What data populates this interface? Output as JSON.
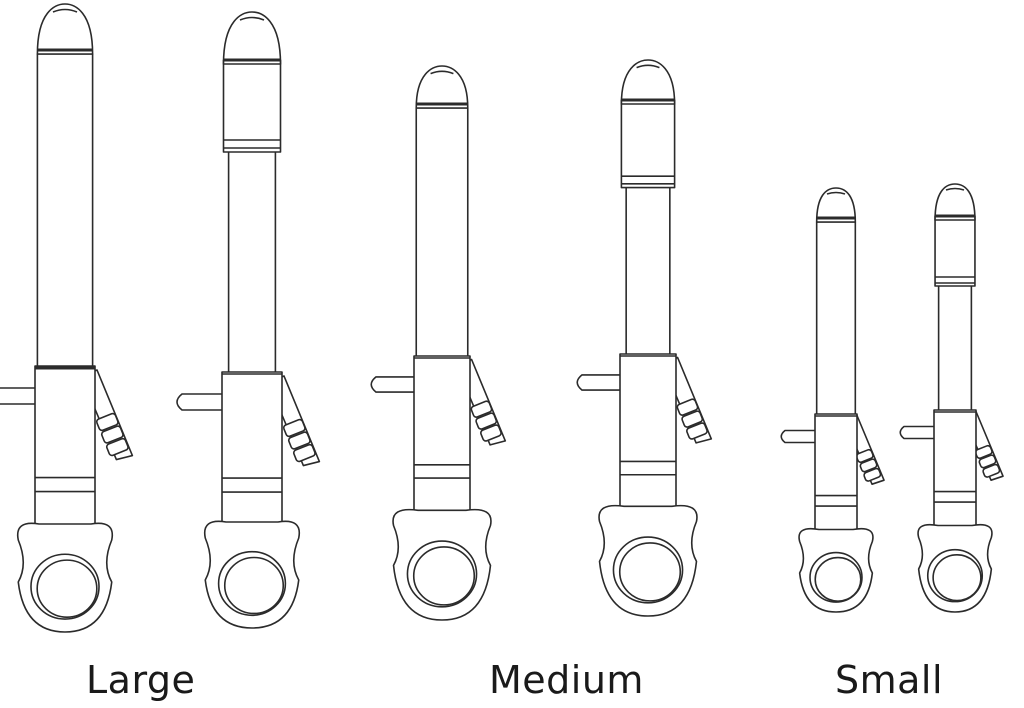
{
  "labels": {
    "large": "Large",
    "medium": "Medium",
    "small": "Small"
  },
  "colors": {
    "stroke": "#2b2b2b",
    "fill": "#ffffff",
    "label": "#1a1a1a"
  }
}
